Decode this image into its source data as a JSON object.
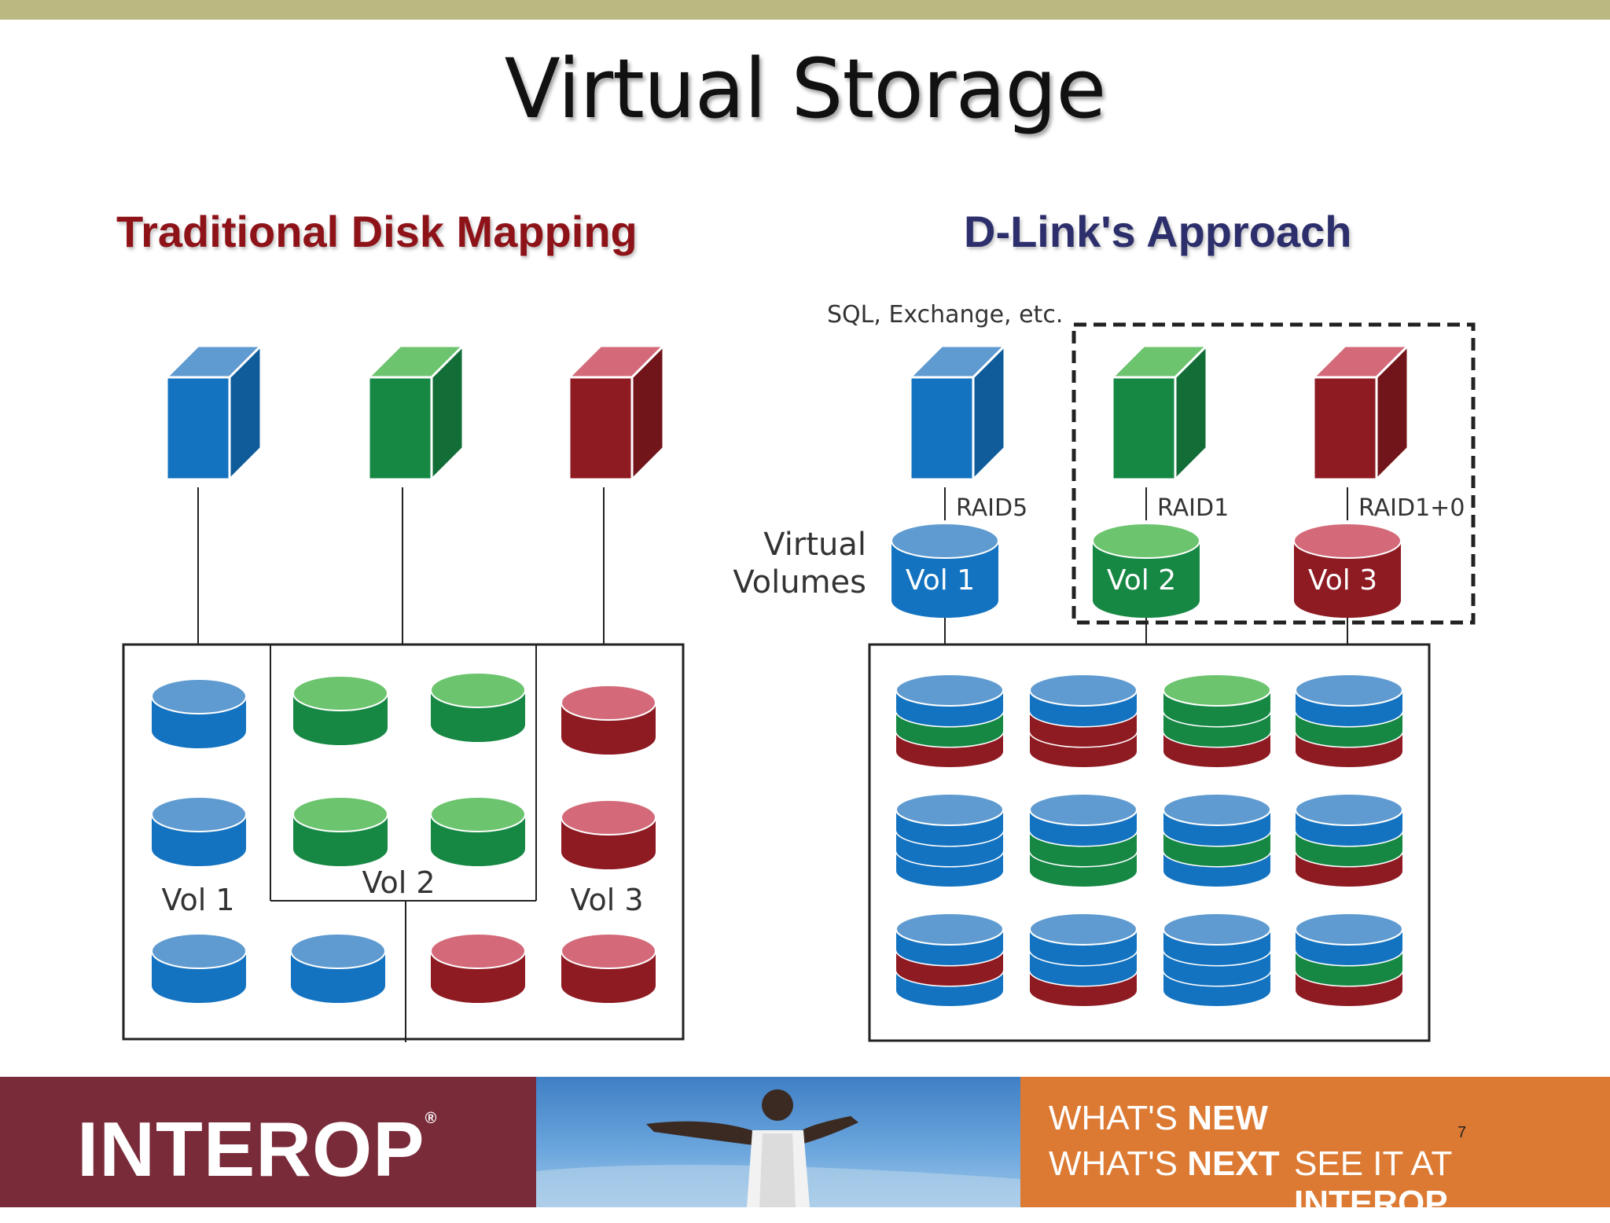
{
  "title": "Virtual Storage",
  "left_heading": "Traditional Disk Mapping",
  "right_heading": "D-Link's Approach",
  "left_labels": {
    "vol1": "Vol 1",
    "vol2": "Vol 2",
    "vol3": "Vol 3"
  },
  "right_labels": {
    "apps": "SQL, Exchange, etc.",
    "raid5": "RAID5",
    "raid1": "RAID1",
    "raid10": "RAID1+0",
    "virtual": "Virtual",
    "volumes": "Volumes",
    "vol1": "Vol 1",
    "vol2": "Vol 2",
    "vol3": "Vol 3"
  },
  "colors": {
    "blue": "#1473c0",
    "blue_top": "#5f9bd0",
    "green": "#168844",
    "green_top": "#6cc46e",
    "red": "#8e1a22",
    "red_top": "#d46a79",
    "left_heading": "#8e1319",
    "right_heading": "#2c2f6b"
  },
  "footer": {
    "logo": "INTEROP",
    "logo_mark": "®",
    "line1_a": "WHAT'S ",
    "line1_b": "NEW",
    "line2_a": "WHAT'S ",
    "line2_b": "NEXT",
    "line3_a": "SEE IT AT ",
    "line3_b": "INTEROP"
  },
  "page_number": "7"
}
